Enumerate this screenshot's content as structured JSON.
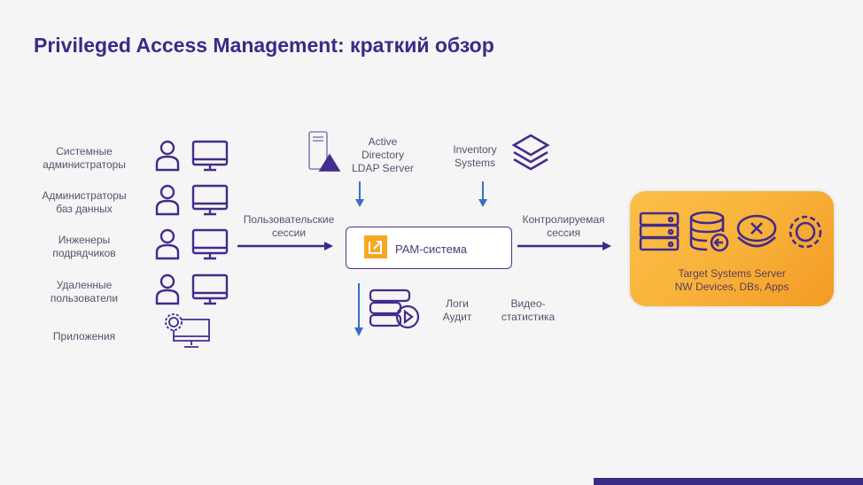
{
  "title": "Privileged Access Management: краткий обзор",
  "roles": [
    {
      "line1": "Системные",
      "line2": "администраторы"
    },
    {
      "line1": "Администраторы",
      "line2": "баз данных"
    },
    {
      "line1": "Инженеры",
      "line2": "подрядчиков"
    },
    {
      "line1": "Удаленные",
      "line2": "пользователи"
    },
    {
      "line1": "Приложения",
      "line2": ""
    }
  ],
  "user_sessions": {
    "line1": "Пользовательские",
    "line2": "сессии"
  },
  "ad": {
    "line1": "Active",
    "line2": "Directory",
    "line3": "LDAP Server"
  },
  "inventory": {
    "line1": "Inventory",
    "line2": "Systems"
  },
  "pam": "PAM-система",
  "controlled": {
    "line1": "Контролируемая",
    "line2": "сессия"
  },
  "logs": {
    "line1": "Логи",
    "line2": "Аудит"
  },
  "video": {
    "line1": "Видео-",
    "line2": "статистика"
  },
  "target": {
    "line1": "Target Systems Server",
    "line2": "NW Devices, DBs, Apps"
  },
  "colors": {
    "primary": "#3b2a86",
    "arrow_blue": "#3a6ec6",
    "orange": "#f8b23a"
  }
}
